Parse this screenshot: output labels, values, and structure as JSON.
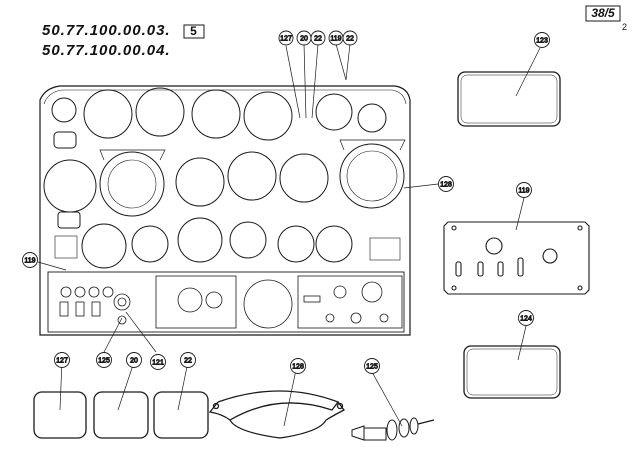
{
  "drawing": {
    "part_numbers": [
      "50.77.100.00.03.",
      "50.77.100.00.04."
    ],
    "view_number": "5",
    "sheet_label": "38/5",
    "sheet_index": "2"
  },
  "callouts": [
    {
      "id": "c127a",
      "label": "127"
    },
    {
      "id": "c20a",
      "label": "20"
    },
    {
      "id": "c22a",
      "label": "22"
    },
    {
      "id": "c119a",
      "label": "119"
    },
    {
      "id": "c22b",
      "label": "22"
    },
    {
      "id": "c123",
      "label": "123"
    },
    {
      "id": "c128a",
      "label": "128"
    },
    {
      "id": "c119b",
      "label": "119"
    },
    {
      "id": "c119c",
      "label": "119"
    },
    {
      "id": "c124",
      "label": "124"
    },
    {
      "id": "c127b",
      "label": "127"
    },
    {
      "id": "c125a",
      "label": "125"
    },
    {
      "id": "c20b",
      "label": "20"
    },
    {
      "id": "c121",
      "label": "121"
    },
    {
      "id": "c22c",
      "label": "22"
    },
    {
      "id": "c128b",
      "label": "128"
    },
    {
      "id": "c125b",
      "label": "125"
    }
  ]
}
